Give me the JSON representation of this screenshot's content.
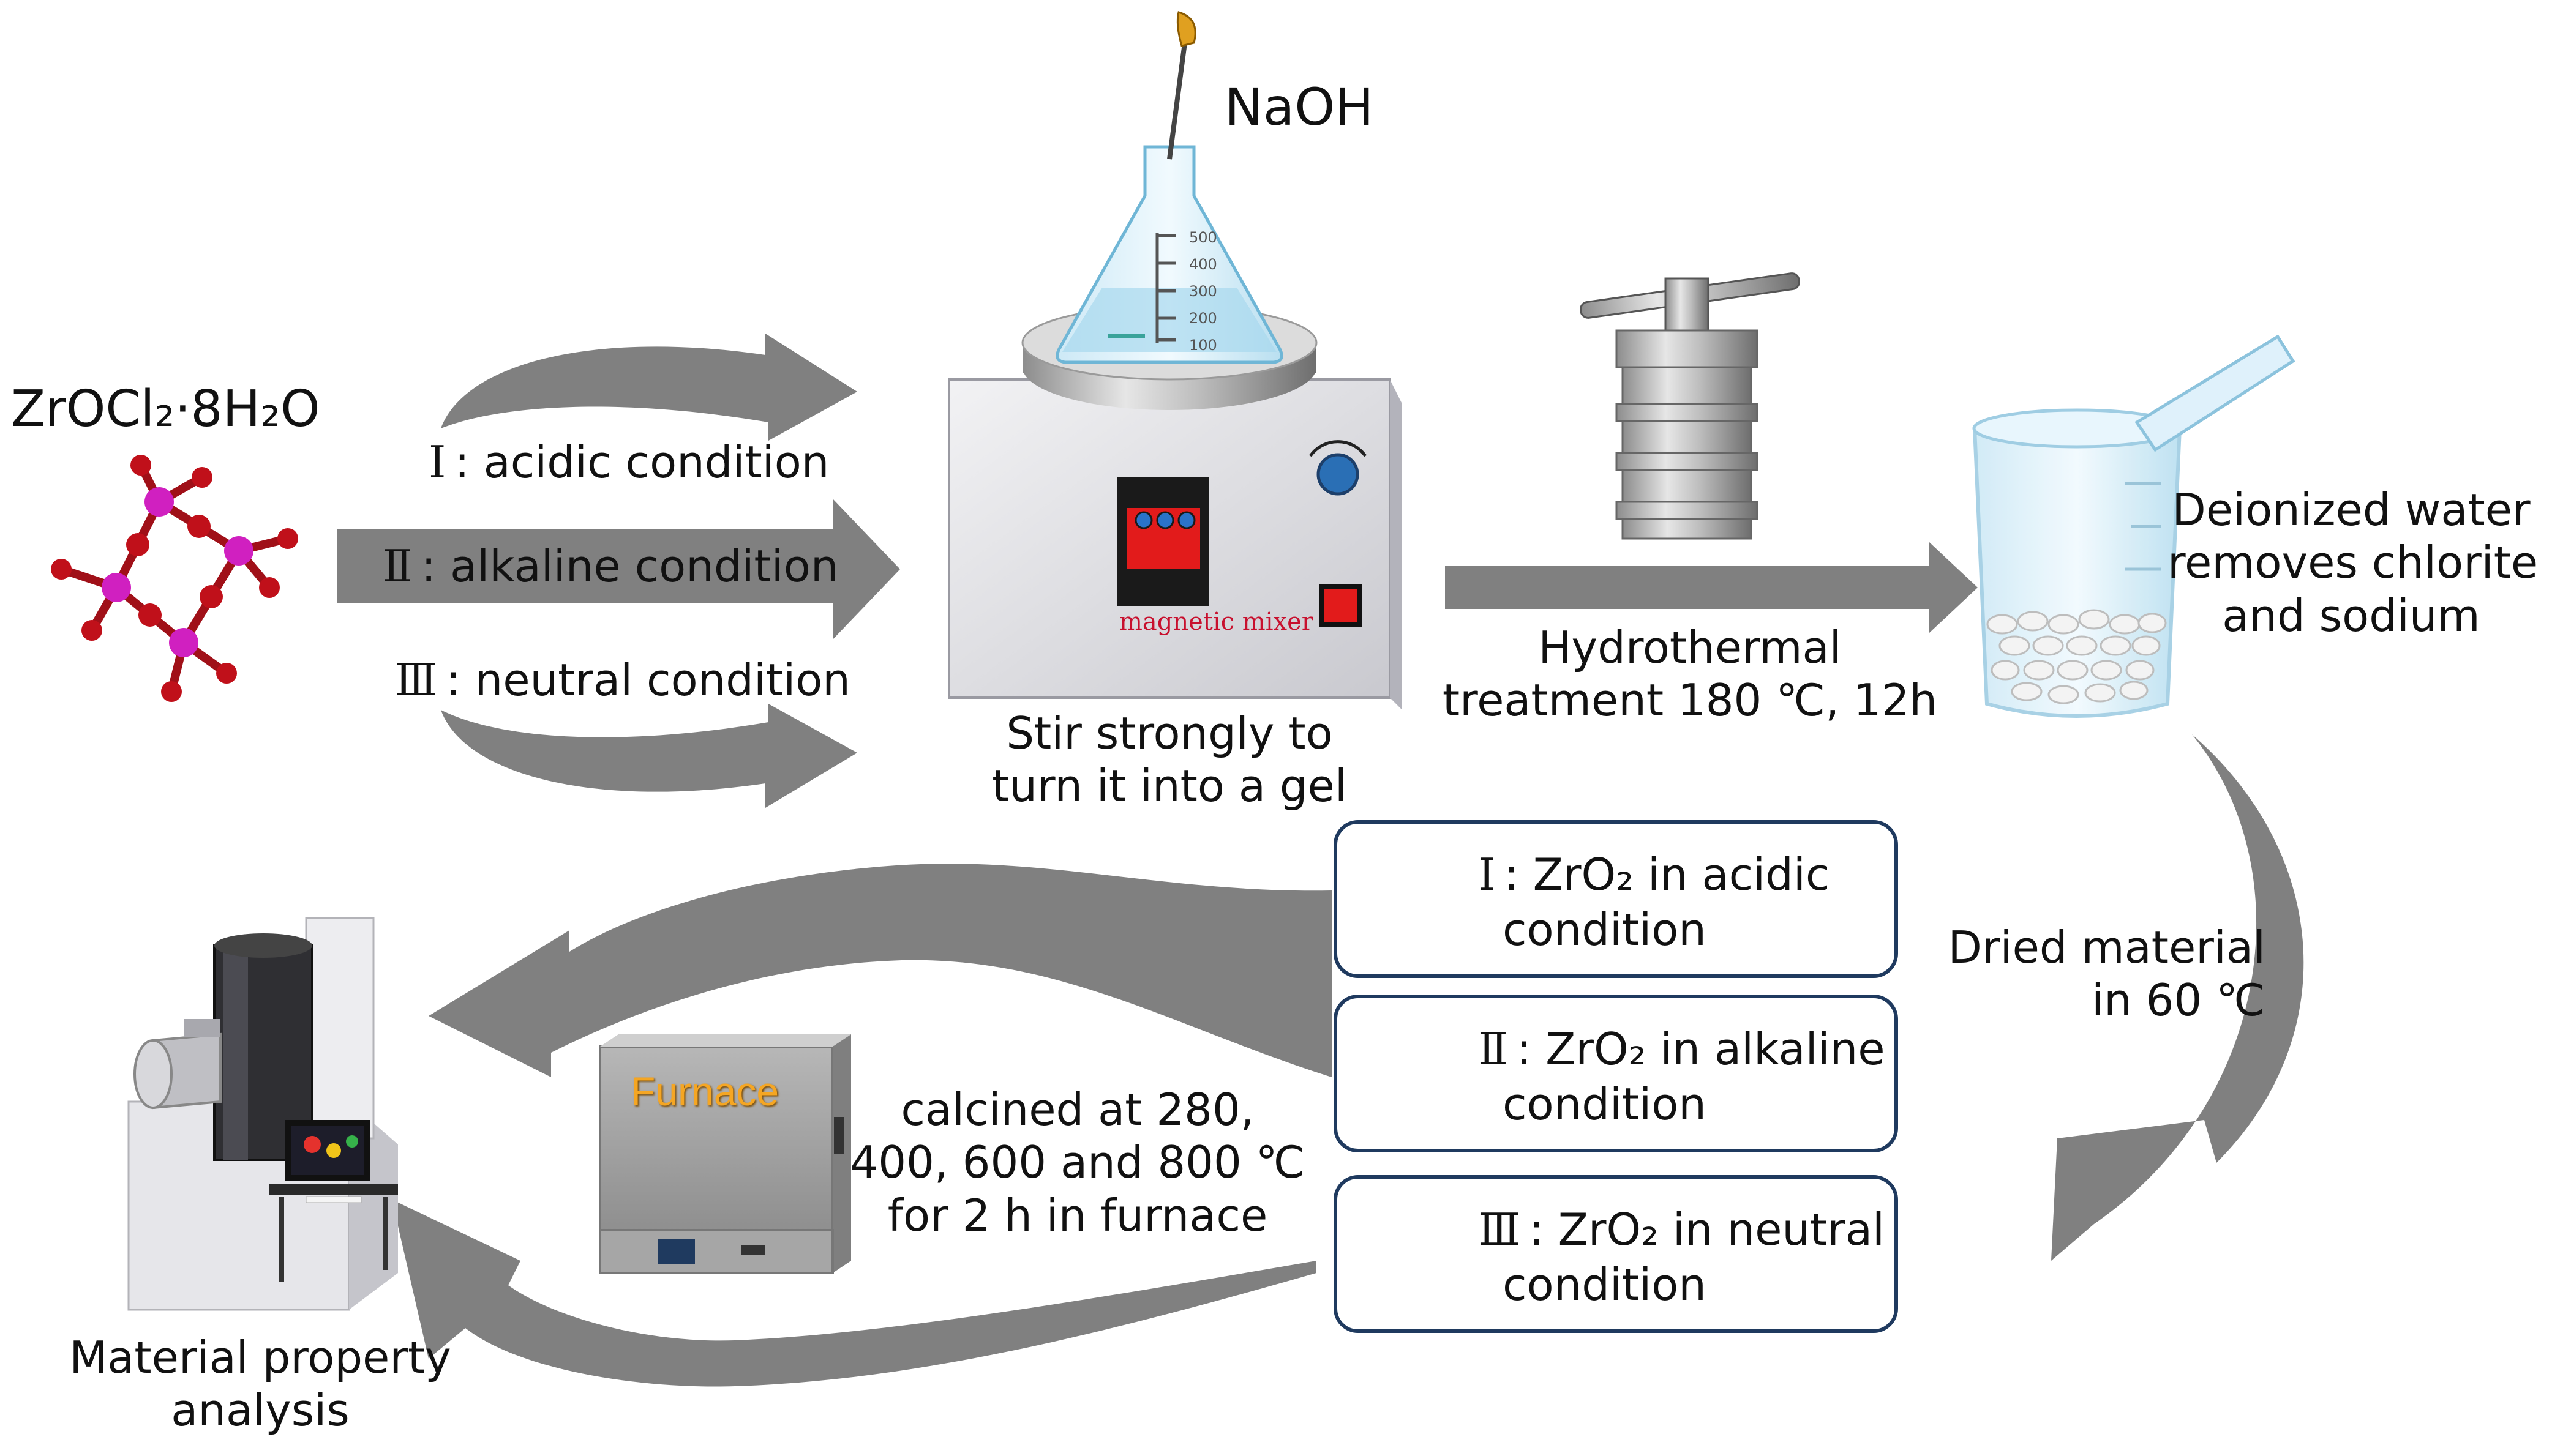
{
  "precursor": {
    "formula": "ZrOCl₂·8H₂O"
  },
  "conditions": [
    {
      "numeral": "Ⅰ",
      "label": ": acidic condition"
    },
    {
      "numeral": "Ⅱ",
      "label": ": alkaline condition"
    },
    {
      "numeral": "Ⅲ",
      "label": ": neutral condition"
    }
  ],
  "reagent": "NaOH",
  "mixer": {
    "device_label": "magnetic mixer",
    "scale": [
      "500",
      "400",
      "300",
      "200",
      "100"
    ],
    "caption_line1": "Stir strongly to",
    "caption_line2": "turn it into a gel"
  },
  "hydrothermal": {
    "line1": "Hydrothermal",
    "line2": "treatment 180 ℃, 12h"
  },
  "washing": {
    "line1": "Deionized water",
    "line2": "removes chlorite",
    "line3": "and sodium"
  },
  "drying": {
    "line1": "Dried material",
    "line2": "in 60 ℃"
  },
  "products": [
    {
      "numeral": "Ⅰ",
      "line1": ": ZrO₂ in acidic",
      "line2": "condition"
    },
    {
      "numeral": "Ⅱ",
      "line1": ": ZrO₂ in alkaline",
      "line2": "condition"
    },
    {
      "numeral": "Ⅲ",
      "line1": ": ZrO₂ in neutral",
      "line2": "condition"
    }
  ],
  "furnace": {
    "label": "Furnace"
  },
  "calcination": {
    "line1": "calcined at 280,",
    "line2": "400, 600 and 800 ℃",
    "line3": "for 2 h in furnace"
  },
  "analysis": {
    "line1": "Material property",
    "line2": "analysis"
  },
  "colors": {
    "arrow": "#808080",
    "molecule_zr": "#d020c0",
    "molecule_o": "#c0101a",
    "box_border": "#1f3a5f",
    "furnace_text": "#f5a623",
    "mixer_text": "#c8102e"
  }
}
